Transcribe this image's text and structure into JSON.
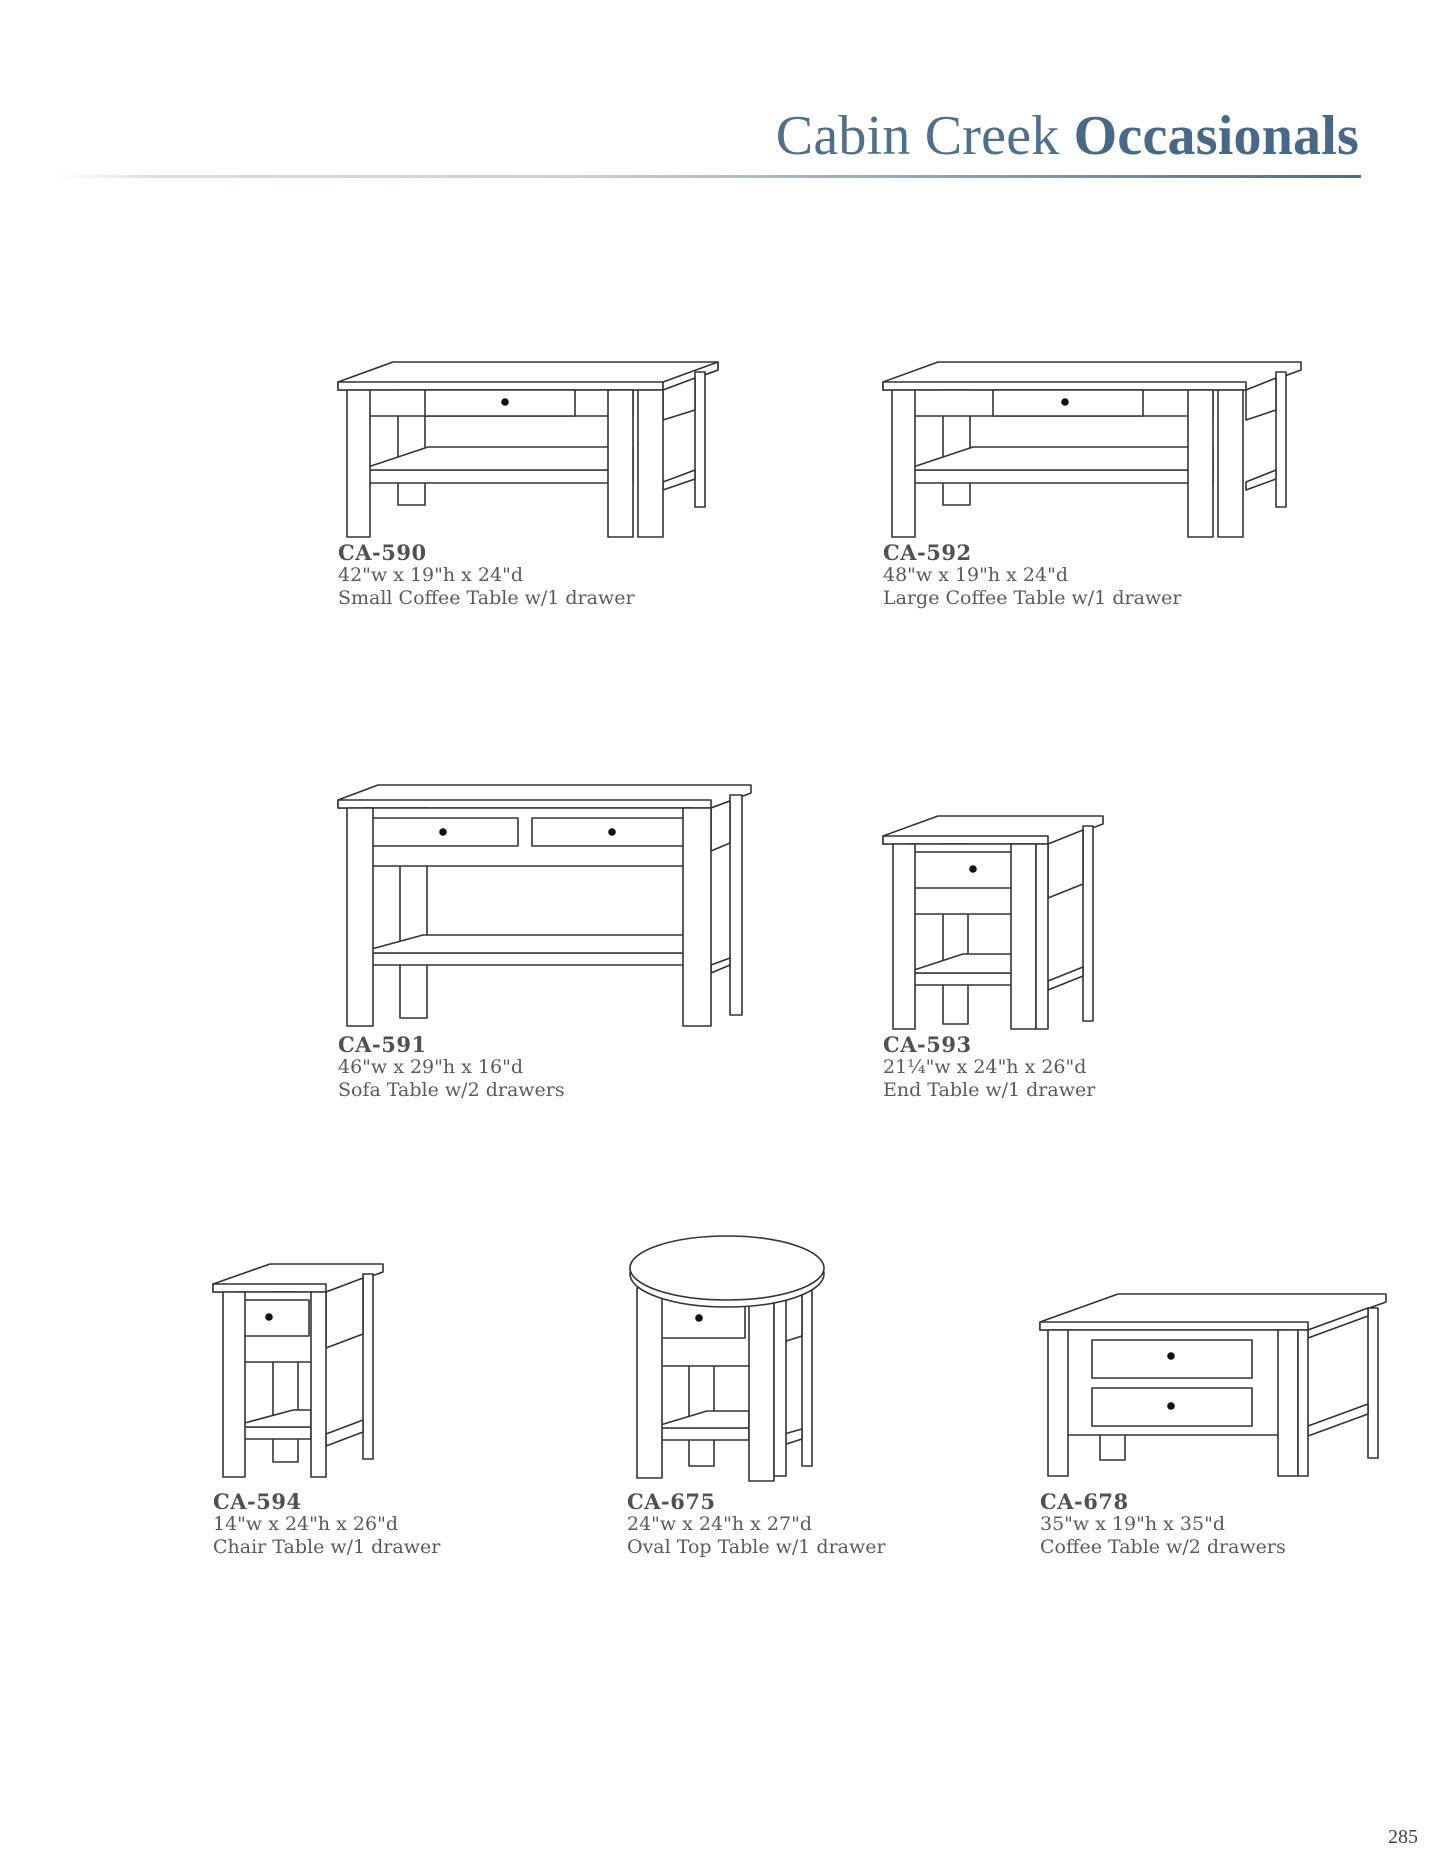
{
  "header": {
    "title_light": "Cabin Creek",
    "title_bold": "Occasionals",
    "accent_color": "#4a6a86"
  },
  "products": [
    {
      "sku": "CA-590",
      "dimensions": "42\"w x 19\"h x 24\"d",
      "description": "Small Coffee Table w/1 drawer"
    },
    {
      "sku": "CA-592",
      "dimensions": "48\"w x 19\"h x 24\"d",
      "description": "Large Coffee Table w/1 drawer"
    },
    {
      "sku": "CA-591",
      "dimensions": "46\"w x 29\"h x 16\"d",
      "description": "Sofa Table w/2 drawers"
    },
    {
      "sku": "CA-593",
      "dimensions": "21¼\"w x 24\"h x 26\"d",
      "description": "End Table w/1 drawer"
    },
    {
      "sku": "CA-594",
      "dimensions": "14\"w x 24\"h x 26\"d",
      "description": "Chair Table w/1 drawer"
    },
    {
      "sku": "CA-675",
      "dimensions": "24\"w x 24\"h x 27\"d",
      "description": "Oval Top Table w/1 drawer"
    },
    {
      "sku": "CA-678",
      "dimensions": "35\"w x 19\"h x 35\"d",
      "description": "Coffee Table w/2 drawers"
    }
  ],
  "footer": {
    "page_number": "285"
  }
}
